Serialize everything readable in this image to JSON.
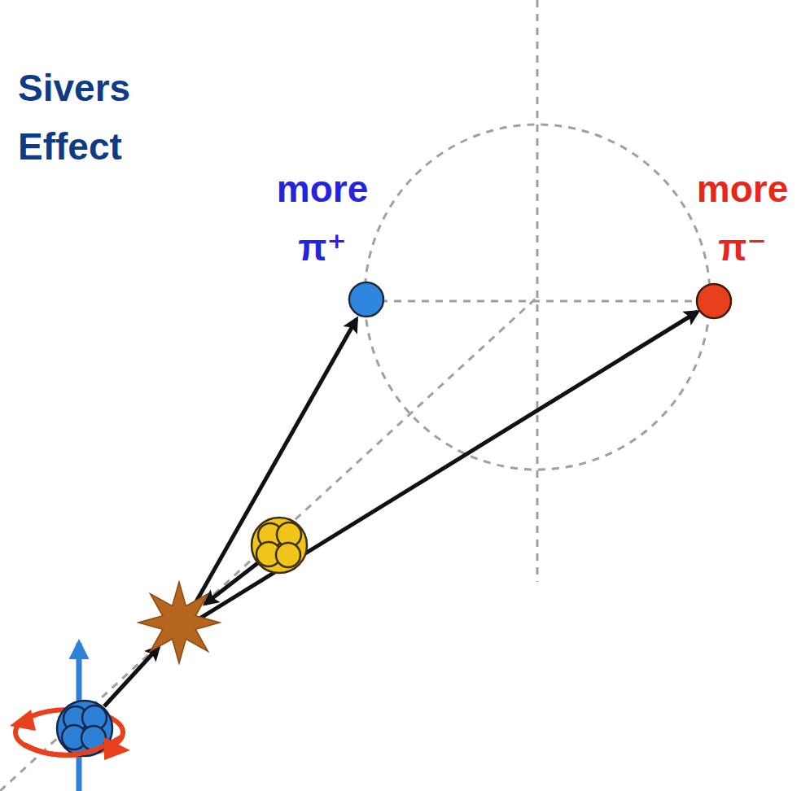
{
  "diagram": {
    "title": "Sivers Effect",
    "labels": [
      "more π⁺",
      "more π⁻"
    ]
  }
}
